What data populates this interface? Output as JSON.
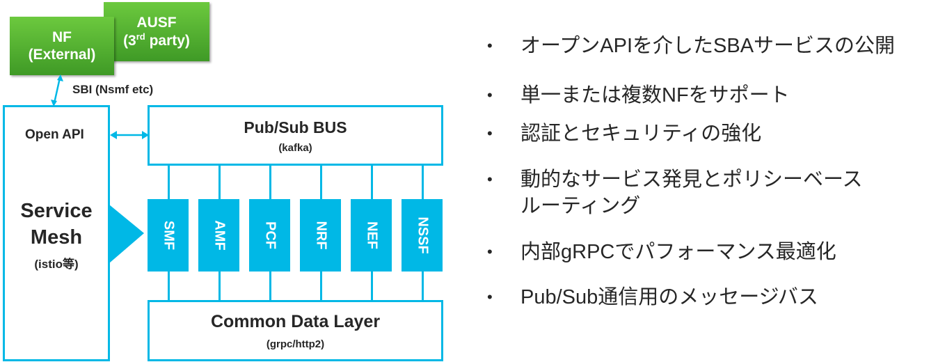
{
  "diagram": {
    "external_nfs": [
      {
        "line1": "AUSF",
        "line2": "(3rd party)",
        "line2_main": "(3",
        "line2_sup": "rd",
        "line2_rest": " party)"
      },
      {
        "line1": "NF",
        "line2": "(External)"
      }
    ],
    "sbi_label": "SBI (Nsmf etc)",
    "service_mesh": {
      "open_api_label": "Open API",
      "title_line1": "Service",
      "title_line2": "Mesh",
      "subtitle": "(istio等)"
    },
    "pubsub_bus": {
      "title": "Pub/Sub BUS",
      "subtitle": "(kafka)"
    },
    "network_functions": [
      "SMF",
      "AMF",
      "PCF",
      "NRF",
      "NEF",
      "NSSF"
    ],
    "data_layer": {
      "title": "Common Data Layer",
      "subtitle": "(grpc/http2)"
    },
    "colors": {
      "accent": "#00b8e6",
      "green": "#5cb536",
      "text": "#262626"
    }
  },
  "bullets": {
    "marker": "•",
    "items": [
      {
        "line1": "オープンAPIを介したSBAサービスの公開"
      },
      {
        "line1": "単一または複数NFをサポート"
      },
      {
        "line1": "認証とセキュリティの強化"
      },
      {
        "line1": "動的なサービス発見とポリシーベース",
        "line2": "ルーティング"
      },
      {
        "line1": "内部gRPCでパフォーマンス最適化"
      },
      {
        "line1": "Pub/Sub通信用のメッセージバス"
      }
    ]
  }
}
